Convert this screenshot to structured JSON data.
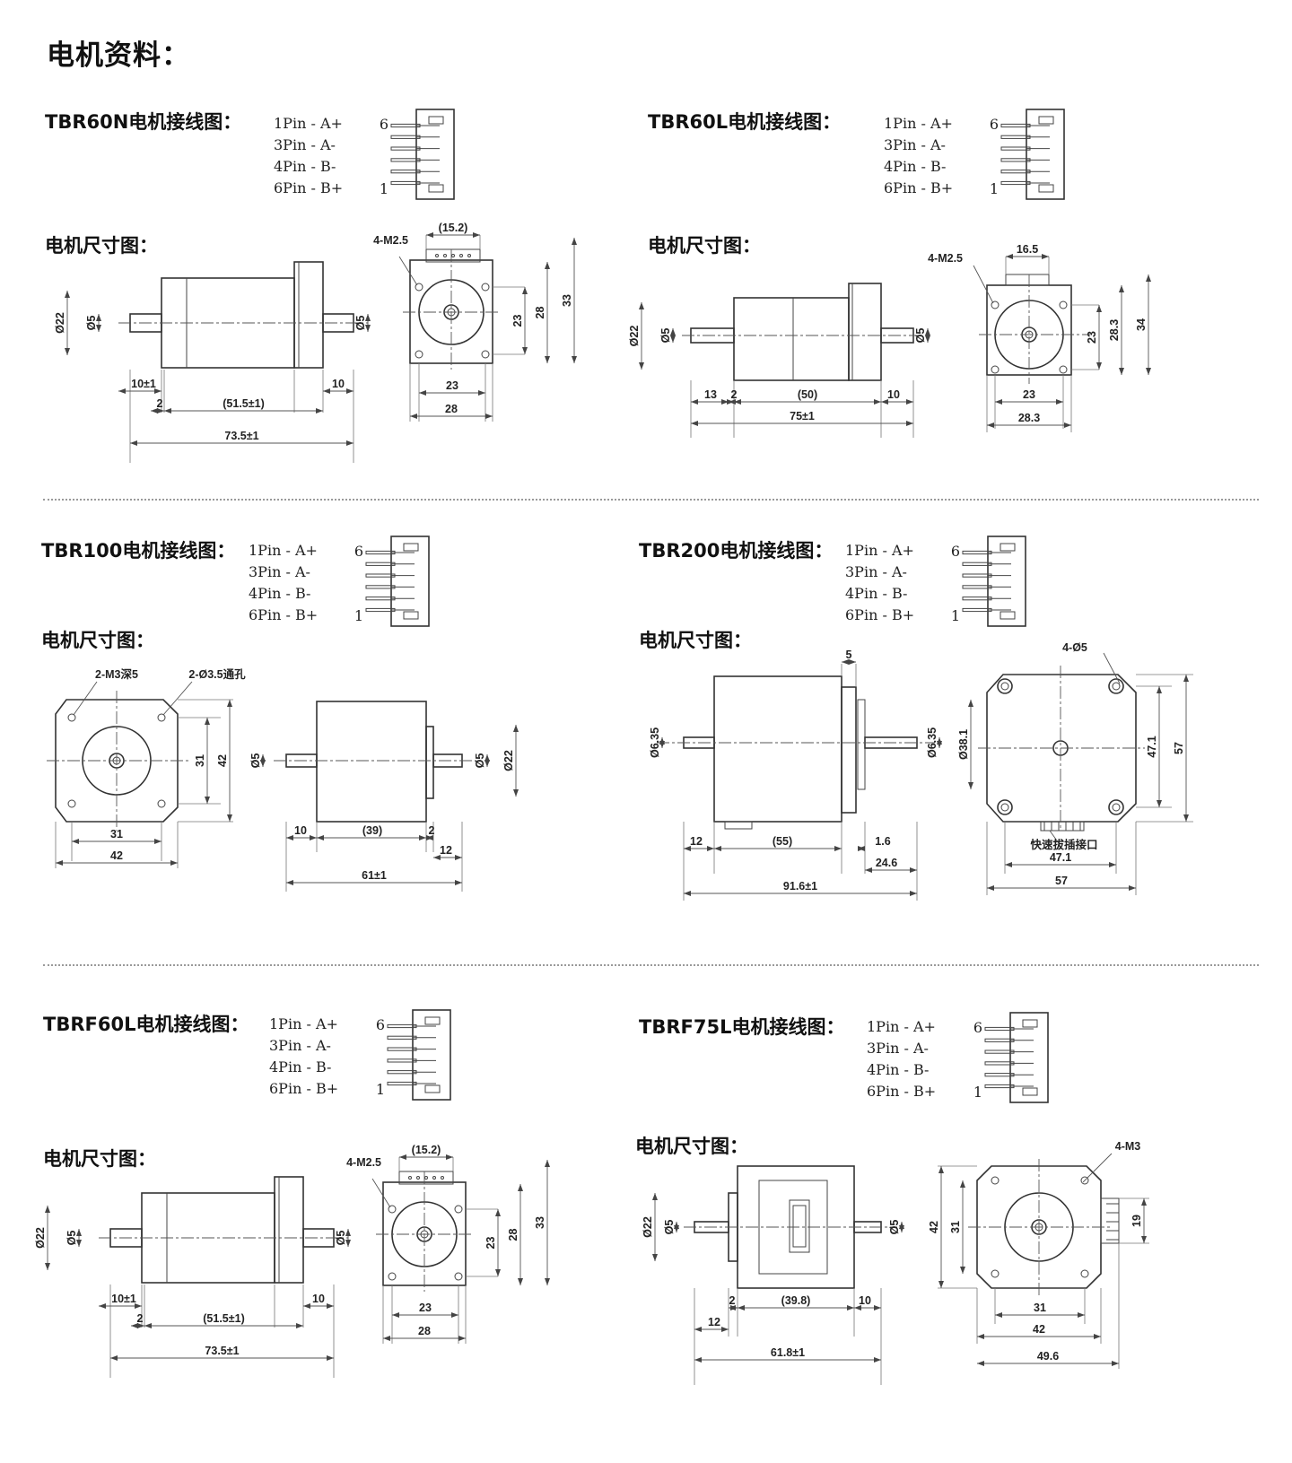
{
  "page_title": "电机资料：",
  "pin_lines": [
    "1Pin - A+",
    "3Pin - A-",
    "4Pin - B-",
    "6Pin - B+"
  ],
  "connector_pin_top": "6",
  "connector_pin_bottom": "1",
  "sections": [
    {
      "wiring_title": "TBR60N电机接线图：",
      "dims_title": "电机尺寸图：",
      "labels": {
        "hole": "4-M2.5",
        "conn_w": "(15.2)",
        "shaft_d": "Ø5",
        "shaft_d2": "Ø5",
        "boss_d": "Ø22",
        "front": "10±1",
        "rear": "10",
        "flange": "2",
        "body": "(51.5±1)",
        "total": "73.5±1",
        "hole_v": "23",
        "side_v": "28",
        "total_v": "33",
        "hole_h": "23",
        "side_h": "28"
      }
    },
    {
      "wiring_title": "TBR60L电机接线图：",
      "dims_title": "电机尺寸图：",
      "labels": {
        "hole": "4-M2.5",
        "conn_w": "16.5",
        "shaft_d": "Ø5",
        "shaft_d2": "Ø5",
        "boss_d": "Ø22",
        "front": "13",
        "flange": "2",
        "body": "(50)",
        "rear": "10",
        "total": "75±1",
        "hole_v": "23",
        "side_v": "28.3",
        "total_v": "34",
        "hole_h": "23",
        "side_h": "28.3"
      }
    },
    {
      "wiring_title": "TBR100电机接线图：",
      "dims_title": "电机尺寸图：",
      "labels": {
        "hole_a": "2-M3深5",
        "hole_b": "2-Ø3.5通孔",
        "hole_v": "31",
        "side_v": "42",
        "hole_h": "31",
        "side_h": "42",
        "shaft_d": "Ø5",
        "shaft_d2": "Ø5",
        "boss_d": "Ø22",
        "front": "10",
        "body": "(39)",
        "flange": "2",
        "rear": "12",
        "total": "61±1"
      }
    },
    {
      "wiring_title": "TBR200电机接线图：",
      "dims_title": "电机尺寸图：",
      "labels": {
        "boss_len": "5",
        "hole": "4-Ø5",
        "shaft_d": "Ø6.35",
        "shaft_d2": "Ø6.35",
        "boss_d": "Ø38.1",
        "front": "12",
        "body": "(55)",
        "flange": "1.6",
        "rear": "24.6",
        "total": "91.6±1",
        "connector": "快速拔插接口",
        "hole_v": "47.1",
        "side_v": "57",
        "hole_h": "47.1",
        "side_h": "57"
      }
    },
    {
      "wiring_title": "TBRF60L电机接线图：",
      "dims_title": "电机尺寸图：",
      "labels": {
        "hole": "4-M2.5",
        "conn_w": "(15.2)",
        "shaft_d": "Ø5",
        "shaft_d2": "Ø5",
        "boss_d": "Ø22",
        "front": "10±1",
        "rear": "10",
        "flange": "2",
        "body": "(51.5±1)",
        "total": "73.5±1",
        "hole_v": "23",
        "side_v": "28",
        "total_v": "33",
        "hole_h": "23",
        "side_h": "28"
      }
    },
    {
      "wiring_title": "TBRF75L电机接线图：",
      "dims_title": "电机尺寸图：",
      "labels": {
        "hole": "4-M3",
        "shaft_d": "Ø5",
        "shaft_d2": "Ø5",
        "boss_d": "Ø22",
        "flange": "2",
        "body": "(39.8)",
        "rear": "10",
        "front": "12",
        "total": "61.8±1",
        "hole_v": "31",
        "side_v": "42",
        "conn_v": "19",
        "hole_h": "31",
        "side_h": "42",
        "total_h": "49.6"
      }
    }
  ]
}
